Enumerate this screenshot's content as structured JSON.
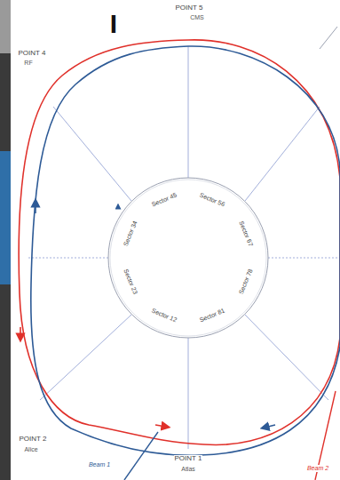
{
  "diagram": {
    "labels": [
      "I",
      "POINT 5",
      "CMS",
      "POINT 4",
      "RF",
      "Sector 45",
      "Sector 56",
      "Sector 34",
      "Sector 67",
      "Sector 23",
      "Sector 78",
      "Sector 12",
      "Sector 81",
      "POINT 2",
      "Alice",
      "POINT 1",
      "Atlas",
      "Beam 1",
      "Beam 2"
    ]
  }
}
